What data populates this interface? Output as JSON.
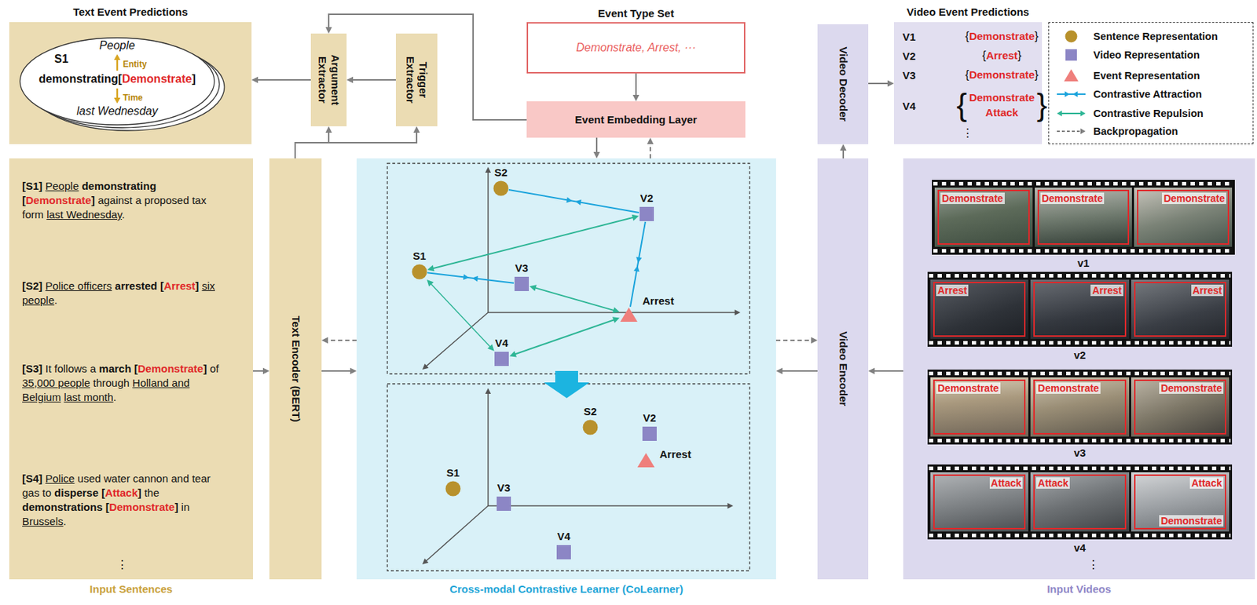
{
  "diagram": {
    "nodes": [
      {
        "text": [
          "Text Event Predictions"
        ]
      },
      {
        "text": [
          "S1",
          "People",
          "Entity",
          "demonstrating[",
          "Demonstrate",
          "]",
          "Time",
          "last Wednesday"
        ],
        "in": 0
      },
      {
        "text": [
          "Argument Extractor"
        ]
      },
      {
        "text": [
          "Trigger Extractor"
        ]
      },
      {
        "text": [
          "Event Type Set",
          "Demonstrate, Arrest, ···"
        ]
      },
      {
        "text": [
          "Event Embedding Layer"
        ]
      },
      {
        "text": [
          "Video Decoder"
        ]
      },
      {
        "text": [
          "Video Event Predictions",
          "V1",
          "{",
          "Demonstrate",
          "}",
          "V2",
          "{",
          "Arrest",
          "}",
          "V3",
          "{",
          "Demonstrate",
          "}",
          "V4",
          "{",
          "Demonstrate",
          "Attack",
          "}",
          "⋮"
        ]
      },
      {
        "text": [
          "Input Sentences",
          "[S1]",
          "People",
          "demonstrating",
          "[",
          "Demonstrate",
          "]",
          "against a proposed tax form",
          "last Wednesday",
          ".",
          "[S2]",
          "Police officers",
          "arrested",
          "[",
          "Arrest",
          "]",
          "six people",
          ".",
          "[S3]",
          "It follows a",
          "march",
          "[",
          "Demonstrate",
          "]",
          "of",
          "35,000 people",
          "through",
          "Holland and Belgium",
          "last month",
          ".",
          "[S4]",
          "Police",
          "used water cannon and tear gas to",
          "disperse",
          "[",
          "Attack",
          "]",
          "the",
          "demonstrations",
          "[",
          "Demonstrate",
          "]",
          "in",
          "Brussels",
          ".",
          "⋮"
        ]
      },
      {
        "text": [
          "Text Encoder (BERT)"
        ]
      },
      {
        "text": [
          "Cross-modal Contrastive Learner (CoLearner)"
        ]
      },
      {
        "text": [
          "S2"
        ],
        "in": 10
      },
      {
        "text": [
          "V2"
        ],
        "in": 10
      },
      {
        "text": [
          "S1"
        ],
        "in": 10
      },
      {
        "text": [
          "V3"
        ],
        "in": 10
      },
      {
        "text": [
          "Arrest"
        ],
        "in": 10
      },
      {
        "text": [
          "V4"
        ],
        "in": 10
      },
      {
        "text": [
          "S2"
        ],
        "in": 10
      },
      {
        "text": [
          "V2"
        ],
        "in": 10
      },
      {
        "text": [
          "Arrest"
        ],
        "in": 10
      },
      {
        "text": [
          "S1"
        ],
        "in": 10
      },
      {
        "text": [
          "V3"
        ],
        "in": 10
      },
      {
        "text": [
          "V4"
        ],
        "in": 10
      },
      {
        "text": [
          "Video Encoder"
        ]
      },
      {
        "text": [
          "Input Videos",
          "⋮"
        ]
      },
      {
        "text": [
          "Demonstrate",
          "Demonstrate",
          "Demonstrate",
          "v1"
        ],
        "in": 24
      },
      {
        "text": [
          "Arrest",
          "Arrest",
          "Arrest",
          "v2"
        ],
        "in": 24
      },
      {
        "text": [
          "Demonstrate",
          "Demonstrate",
          "Demonstrate",
          "v3"
        ],
        "in": 24
      },
      {
        "text": [
          "Attack",
          "Attack",
          "Attack",
          "Demonstrate",
          "v4"
        ],
        "in": 24
      }
    ],
    "edges": [
      {
        "from": 2,
        "to": 0,
        "arrow": "to"
      },
      {
        "from": 3,
        "to": 2,
        "arrow": "to"
      },
      {
        "from": 5,
        "to": 2,
        "arrow": "to"
      },
      {
        "from": 4,
        "to": 5,
        "arrow": "to"
      },
      {
        "from": 5,
        "to": 10,
        "arrow": "to"
      },
      {
        "from": 10,
        "to": 5,
        "arrow": "to"
      },
      {
        "from": 9,
        "to": 2,
        "arrow": "to"
      },
      {
        "from": 9,
        "to": 3,
        "arrow": "to"
      },
      {
        "from": 8,
        "to": 9,
        "arrow": "to"
      },
      {
        "from": 10,
        "to": 9,
        "arrow": "to"
      },
      {
        "from": 9,
        "to": 10,
        "arrow": "to"
      },
      {
        "from": 10,
        "to": 23,
        "arrow": "to"
      },
      {
        "from": 23,
        "to": 10,
        "arrow": "to"
      },
      {
        "from": 24,
        "to": 23,
        "arrow": "to"
      },
      {
        "from": 23,
        "to": 6,
        "arrow": "to"
      },
      {
        "from": 6,
        "to": 7,
        "arrow": "to"
      },
      {
        "from": 11,
        "to": 12,
        "arrow": "none"
      },
      {
        "from": 12,
        "to": 13,
        "arrow": "both"
      },
      {
        "from": 12,
        "to": 15,
        "arrow": "none"
      },
      {
        "from": 13,
        "to": 14,
        "arrow": "none"
      },
      {
        "from": 14,
        "to": 15,
        "arrow": "both"
      },
      {
        "from": 13,
        "to": 16,
        "arrow": "both"
      },
      {
        "from": 16,
        "to": 15,
        "arrow": "both"
      }
    ],
    "legend": [
      {
        "text": "Sentence Representation"
      },
      {
        "text": "Video Representation"
      },
      {
        "text": "Event Representation"
      },
      {
        "text": "Contrastive Attraction"
      },
      {
        "text": "Contrastive Repulsion"
      },
      {
        "text": "Backpropagation"
      }
    ]
  }
}
